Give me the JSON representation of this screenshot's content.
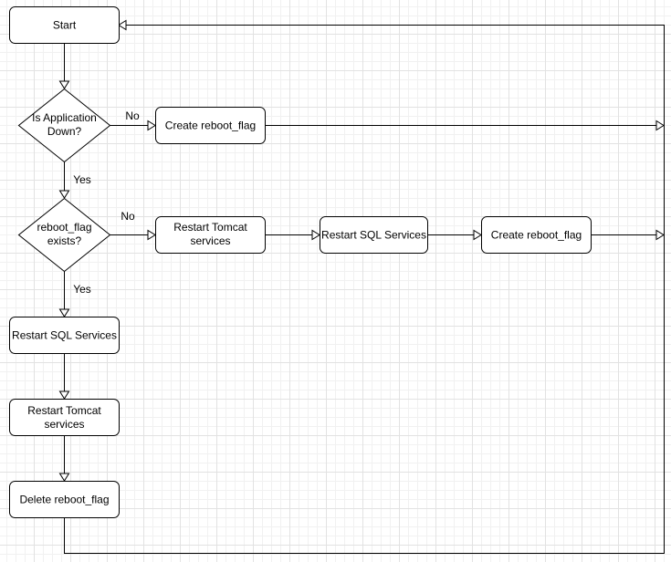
{
  "nodes": {
    "start": "Start",
    "is_app_down": [
      "Is Application",
      "Down?"
    ],
    "create_flag_1": "Create reboot_flag",
    "flag_exists": [
      "reboot_flag",
      "exists?"
    ],
    "restart_tomcat_1": [
      "Restart Tomcat",
      "services"
    ],
    "restart_sql_1": "Restart SQL Services",
    "create_flag_2": "Create reboot_flag",
    "restart_sql_2": "Restart SQL Services",
    "restart_tomcat_2": [
      "Restart Tomcat",
      "services"
    ],
    "delete_flag": "Delete reboot_flag"
  },
  "edge_labels": {
    "app_down_no": "No",
    "app_down_yes": "Yes",
    "flag_exists_no": "No",
    "flag_exists_yes": "Yes"
  }
}
